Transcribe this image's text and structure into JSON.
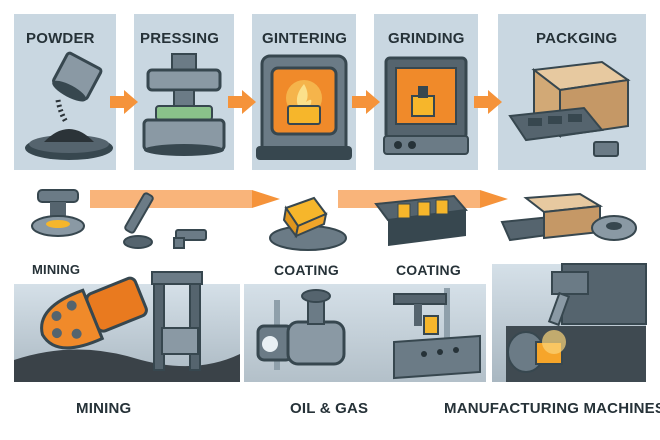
{
  "steps": {
    "powder": "POWDER",
    "pressing": "PRESSING",
    "sintering": "GINTERING",
    "grinding": "GRINDING",
    "packaging": "PACKGING"
  },
  "middle": {
    "mining": "MINING",
    "coating_1": "COATING",
    "coating_2": "COATING"
  },
  "applications": {
    "mining": "MINING",
    "oil_gas": "OIL & GAS",
    "manufacturing": "MANUFACTURING MACHINES"
  },
  "colors": {
    "panel_bg": "#c9d7e1",
    "arrow": "#f5933a",
    "dark": "#37474f",
    "steel": "#6b7b86",
    "orange": "#f29a2e",
    "gold": "#f6b62b"
  }
}
